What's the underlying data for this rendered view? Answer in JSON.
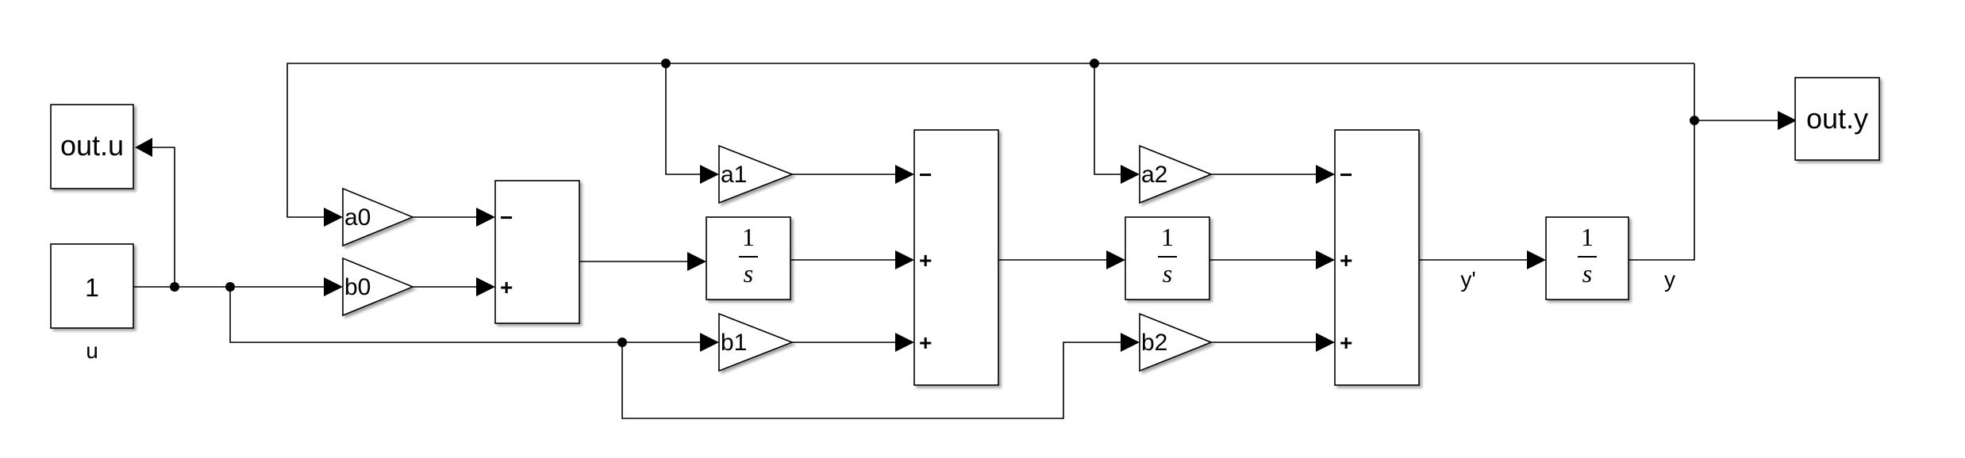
{
  "blocks": {
    "out_u": "out.u",
    "out_y": "out.y",
    "constant_value": "1",
    "constant_label": "u"
  },
  "gains": {
    "a0": "a0",
    "b0": "b0",
    "a1": "a1",
    "b1": "b1",
    "a2": "a2",
    "b2": "b2"
  },
  "integrator": {
    "numerator": "1",
    "denominator": "s"
  },
  "sums": {
    "minus": "−",
    "plus": "+"
  },
  "signals": {
    "y_prime": "y'",
    "y": "y"
  }
}
